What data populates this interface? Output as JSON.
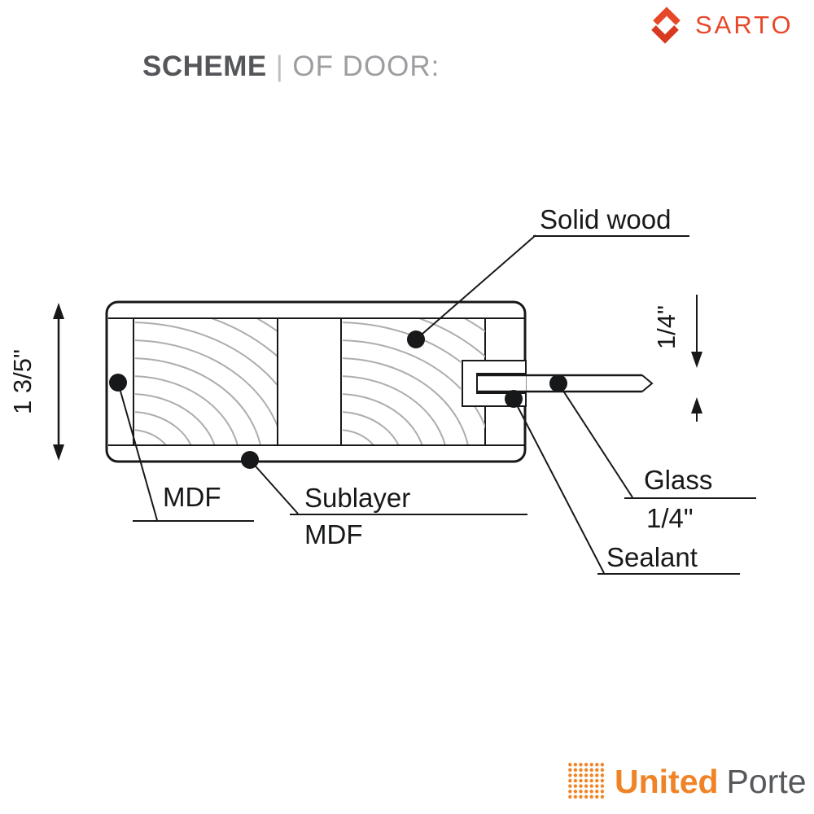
{
  "header": {
    "title": "SCHEME",
    "separator": "|",
    "subtitle": "OF DOOR:"
  },
  "sarto": {
    "name": "SARTO"
  },
  "footer": {
    "united": "United",
    "porte": "Porte"
  },
  "diagram": {
    "door_thickness": "1 3/5\"",
    "glass_thickness": "1/4\"",
    "labels": {
      "solid_wood": "Solid wood",
      "mdf": "MDF",
      "sublayer_line1": "Sublayer",
      "sublayer_line2": "MDF",
      "glass_line1": "Glass",
      "glass_line2": "1/4\"",
      "sealant": "Sealant"
    },
    "colors": {
      "line": "#17181a",
      "wood_grain": "#adadad",
      "sarto_orange": "#e8482a",
      "united_orange": "#f08326",
      "porte_gray": "#57585b",
      "title_dark": "#55565a",
      "title_light": "#9d9ea1"
    }
  }
}
